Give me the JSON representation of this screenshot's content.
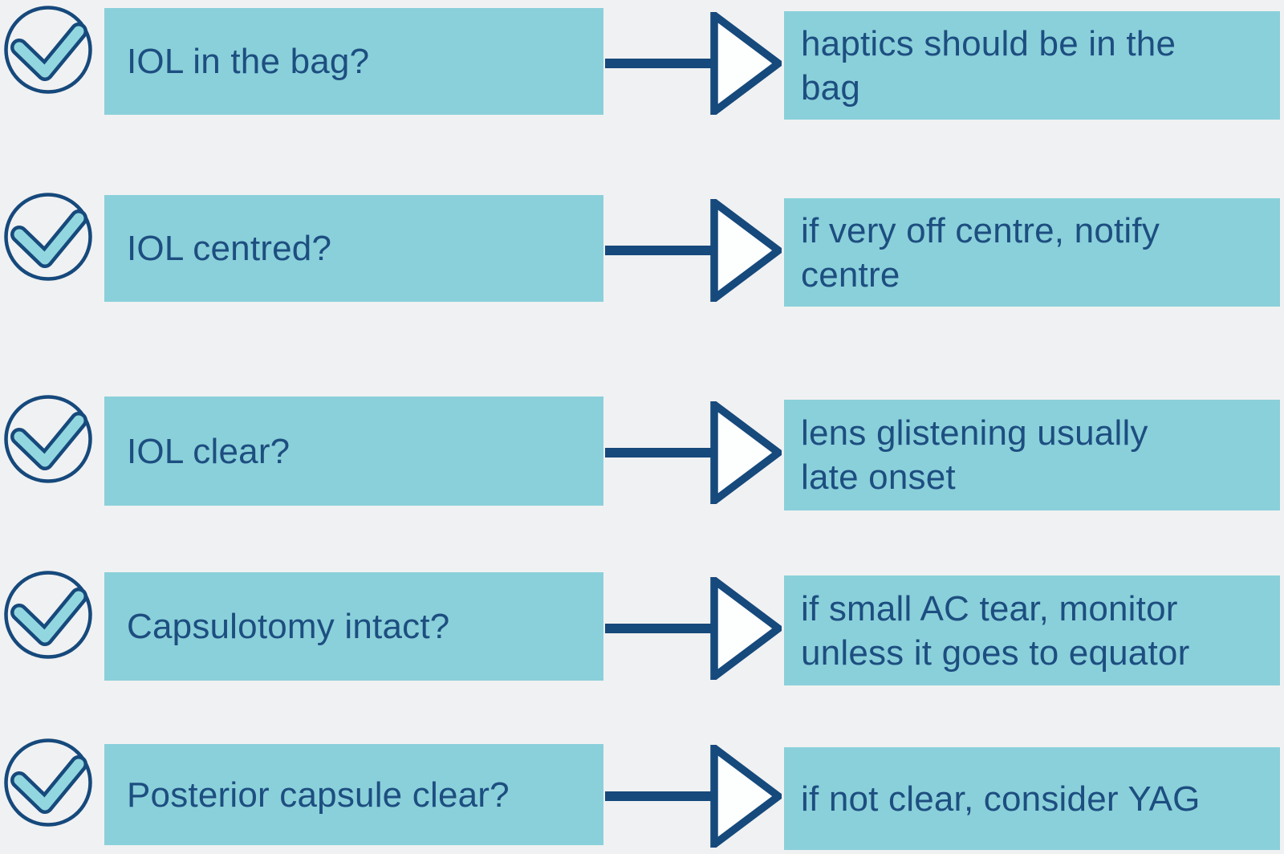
{
  "diagram": {
    "type": "checklist-flow",
    "topic": "IOL / capsule postoperative check questions",
    "colors": {
      "background": "#f0f1f2",
      "box_fill": "#8ad0da",
      "line_navy": "#16497c",
      "text_navy": "#1d4e80",
      "check_fill": "#92d7e0"
    },
    "rows": [
      {
        "icon": "check-circle",
        "question": "IOL in the bag?",
        "note_lines": [
          "haptics should be in the",
          "bag"
        ]
      },
      {
        "icon": "check-circle",
        "question": "IOL centred?",
        "note_lines": [
          "if very off centre, notify",
          "centre"
        ]
      },
      {
        "icon": "check-circle",
        "question": "IOL clear?",
        "note_lines": [
          "lens glistening usually",
          "late onset"
        ]
      },
      {
        "icon": "check-circle",
        "question": "Capsulotomy intact?",
        "note_lines": [
          "if small AC tear, monitor",
          "unless it goes to equator"
        ]
      },
      {
        "icon": "check-circle",
        "question": "Posterior capsule clear?",
        "note_lines": [
          "if not clear, consider YAG"
        ]
      }
    ]
  }
}
